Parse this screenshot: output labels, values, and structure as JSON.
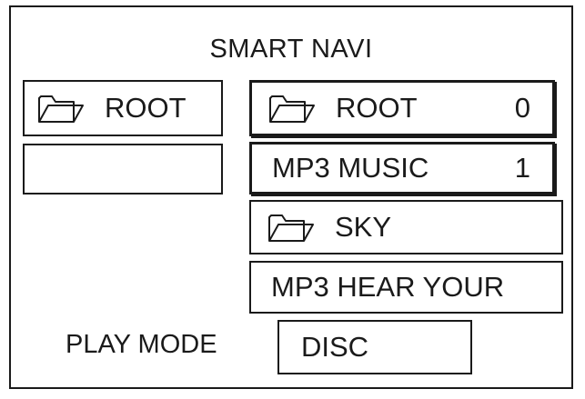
{
  "header": {
    "title": "SMART NAVI"
  },
  "left_panel": {
    "current_folder": {
      "icon": "folder-icon",
      "label": "ROOT"
    },
    "empty_slot": {
      "label": ""
    }
  },
  "right_panel": {
    "items": [
      {
        "icon": "folder-icon",
        "label": "ROOT",
        "count": "0"
      },
      {
        "icon": "",
        "label": "MP3 MUSIC",
        "count": "1"
      },
      {
        "icon": "folder-icon",
        "label": "SKY",
        "count": ""
      },
      {
        "icon": "",
        "label": "MP3 HEAR YOUR",
        "count": ""
      }
    ]
  },
  "play_mode": {
    "label": "PLAY MODE",
    "value": "DISC"
  },
  "colors": {
    "line": "#1a1a1a",
    "background": "#ffffff"
  }
}
